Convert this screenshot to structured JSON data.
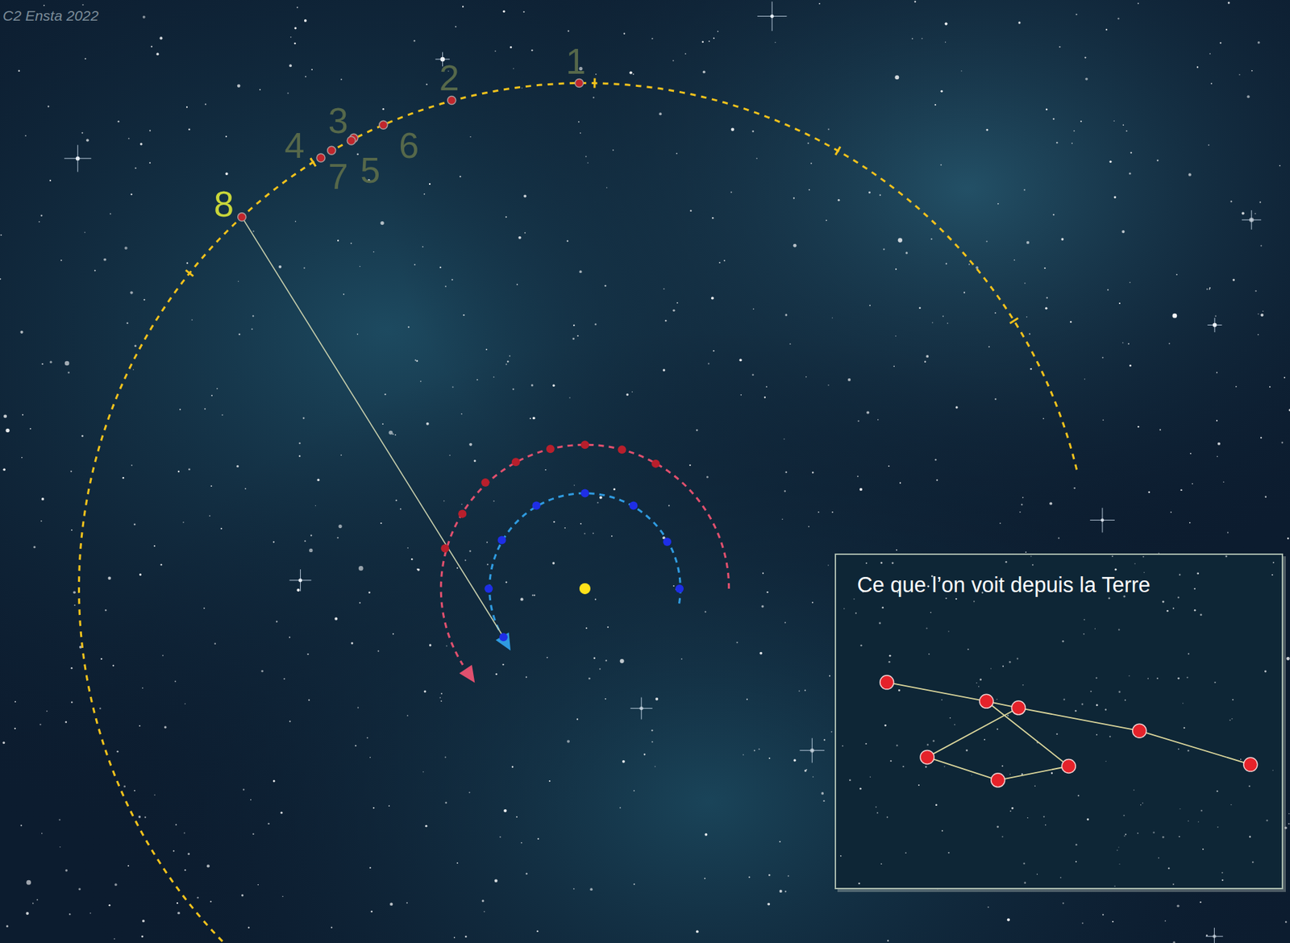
{
  "diagram": {
    "nodes": [
      {
        "text": [
          "Ce que l’on voit depuis la Terre"
        ]
      }
    ],
    "labels": [
      "C2 Ensta 2022",
      "1",
      "2",
      "3",
      "4",
      "7",
      "5",
      "6",
      "8"
    ]
  }
}
